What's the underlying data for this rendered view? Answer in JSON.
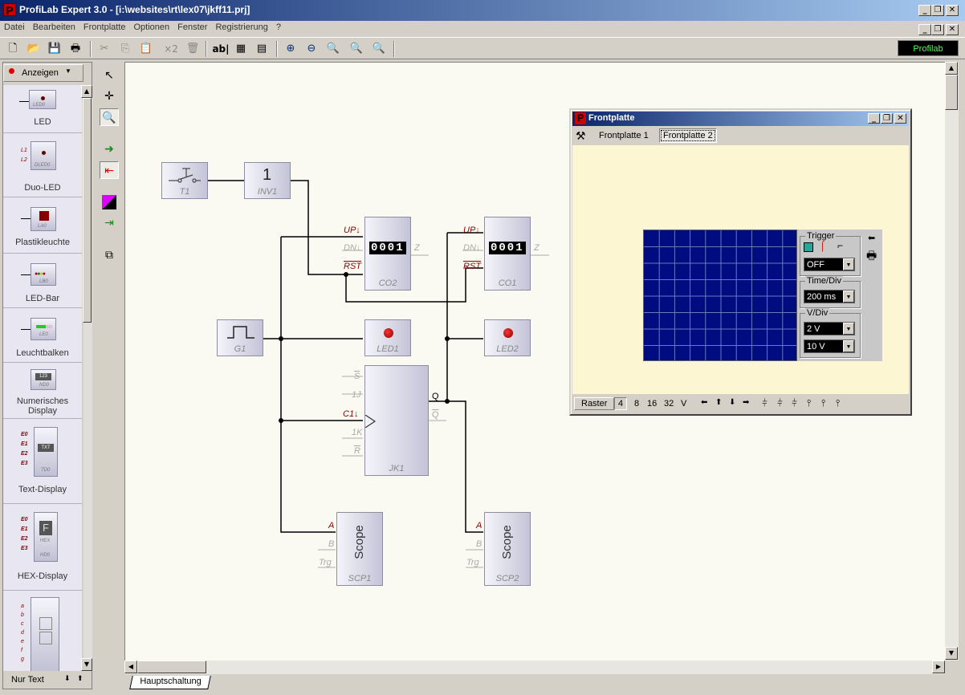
{
  "window": {
    "title": "ProfiLab Expert 3.0 - [i:\\websites\\rt\\lex07\\jkff11.prj]",
    "app_icon": "P"
  },
  "menu": [
    "Datei",
    "Bearbeiten",
    "Frontplatte",
    "Optionen",
    "Fenster",
    "Registrierung",
    "?"
  ],
  "toolbar": {
    "badge": "Profilab",
    "text_tool": "ab|",
    "copy_x2": "×2"
  },
  "palette": {
    "dropdown": "Anzeigen",
    "items": [
      {
        "label": "LED",
        "icon_text": "LED0"
      },
      {
        "label": "Duo-LED",
        "icon_text": "DLED0",
        "pins": [
          "L1",
          "L2"
        ]
      },
      {
        "label": "Plastikleuchte",
        "icon_text": "LA0"
      },
      {
        "label": "LED-Bar",
        "icon_text": "LB0"
      },
      {
        "label": "Leuchtbalken",
        "icon_text": "LE0"
      },
      {
        "label": "Numerisches Display",
        "icon_text": "ND0",
        "value": "123"
      },
      {
        "label": "Text-Display",
        "icon_text": "TD0",
        "pins": [
          "E0",
          "E1",
          "E2",
          "E3"
        ],
        "value": "TXT"
      },
      {
        "label": "HEX-Display",
        "icon_text": "HD0",
        "pins": [
          "E0",
          "E1",
          "E2",
          "E3"
        ],
        "value": "F",
        "sub": "HEX"
      },
      {
        "label": "",
        "pins": [
          "a",
          "b",
          "c",
          "d",
          "e",
          "f",
          "g"
        ]
      }
    ],
    "footer": "Nur Text"
  },
  "circuit": {
    "t1": "T1",
    "inv1": {
      "name": "INV1",
      "symbol": "1"
    },
    "g1": "G1",
    "co2": {
      "name": "CO2",
      "count": "0001",
      "pins": [
        "UP↓",
        "DN↓",
        "RST"
      ],
      "out": "Z"
    },
    "co1": {
      "name": "CO1",
      "count": "0001",
      "pins": [
        "UP↓",
        "DN↓",
        "RST"
      ],
      "out": "Z"
    },
    "led1": "LED1",
    "led2": "LED2",
    "jk1": {
      "name": "JK1",
      "pins": [
        "S",
        "1J",
        "C1↓",
        "1K",
        "R"
      ],
      "outs": [
        "Q",
        "Q"
      ]
    },
    "scp1": {
      "name": "SCP1",
      "title": "Scope",
      "pins": [
        "A",
        "B",
        "Trg"
      ]
    },
    "scp2": {
      "name": "SCP2",
      "title": "Scope",
      "pins": [
        "A",
        "B",
        "Trg"
      ]
    }
  },
  "bottom_tab": "Hauptschaltung",
  "frontplatte": {
    "title": "Frontplatte",
    "tabs": [
      "Frontplatte 1",
      "Frontplatte 2"
    ],
    "active_tab": "Frontplatte 2",
    "scope": {
      "trigger_label": "Trigger",
      "trigger_value": "OFF",
      "timediv_label": "Time/Div",
      "timediv_value": "200 ms",
      "vdiv_label": "V/Div",
      "vdiv_a": "2 V",
      "vdiv_b": "10 V"
    },
    "status": {
      "raster": "Raster",
      "grid_sizes": [
        "4",
        "8",
        "16",
        "32",
        "V"
      ]
    }
  },
  "colors": {
    "title_start": "#0a246a",
    "title_end": "#a6caf0",
    "scope_bg": "#000c80",
    "pin_red": "#8b0000",
    "badge_green": "#4cff4c"
  }
}
